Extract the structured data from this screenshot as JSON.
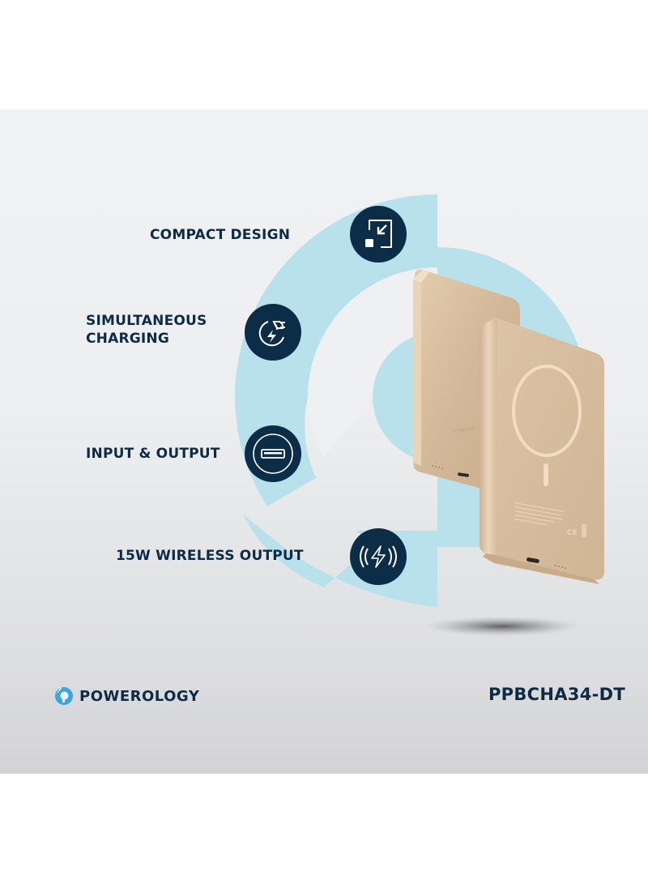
{
  "features": [
    {
      "label": "COMPACT DESIGN",
      "icon": "compact-resize-icon"
    },
    {
      "label": "SIMULTANEOUS\nCHARGING",
      "line1": "SIMULTANEOUS",
      "line2": "CHARGING",
      "icon": "plug-charging-icon"
    },
    {
      "label": "INPUT & OUTPUT",
      "icon": "usb-port-icon"
    },
    {
      "label": "15W WIRELESS OUTPUT",
      "icon": "wireless-bolt-icon"
    }
  ],
  "brand": {
    "name": "POWEROLOGY",
    "icon": "powerology-logo-icon"
  },
  "product": {
    "model": "PPBCHA34-DT",
    "device_text": "POWERO"
  },
  "colors": {
    "navy": "#0c2d48",
    "light_blue": "#b8e1ec",
    "gold": "#d9c1a4",
    "background": "#eceef0",
    "brand_blue": "#3aa6dc"
  }
}
